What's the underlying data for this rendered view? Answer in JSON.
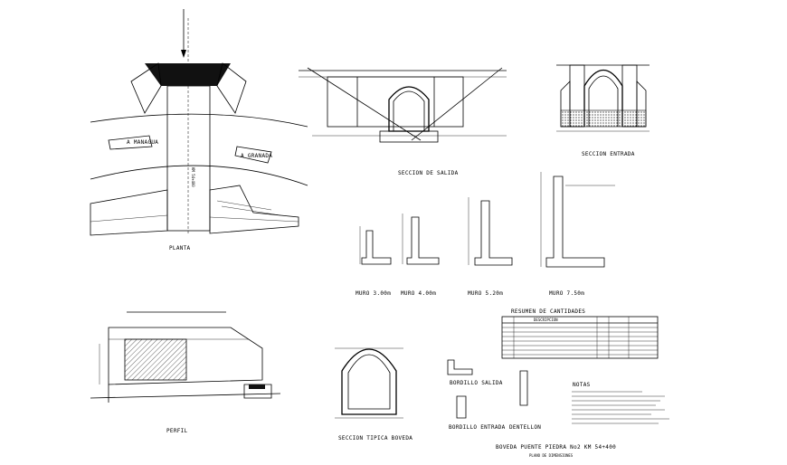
{
  "drawing": {
    "title": "BOVEDA PUENTE PIEDRA No2 KM 54+400",
    "subtitle": "PLANO DE DIMENSIONES"
  },
  "views": {
    "planta": "PLANTA",
    "perfil": "PERFIL",
    "seccion_salida": "SECCION DE SALIDA",
    "seccion_entrada": "SECCION ENTRADA",
    "seccion_tipica": "SECCION TIPICA BOVEDA",
    "muro_300": "MURO 3.00m",
    "muro_400": "MURO 4.00m",
    "muro_520": "MURO 5.20m",
    "muro_750": "MURO 7.50m",
    "bordillo_salida": "BORDILLO SALIDA",
    "bordillo_entrada": "BORDILLO ENTRADA",
    "dentellon": "DENTELLON"
  },
  "planta_labels": {
    "a_managua": "A MANAGUA",
    "a_granada": "A GRANADA",
    "station": "KM 54+400"
  },
  "resumen": {
    "title": "RESUMEN DE CANTIDADES",
    "header": "DESCRIPCION"
  },
  "notas": {
    "title": "NOTAS"
  }
}
